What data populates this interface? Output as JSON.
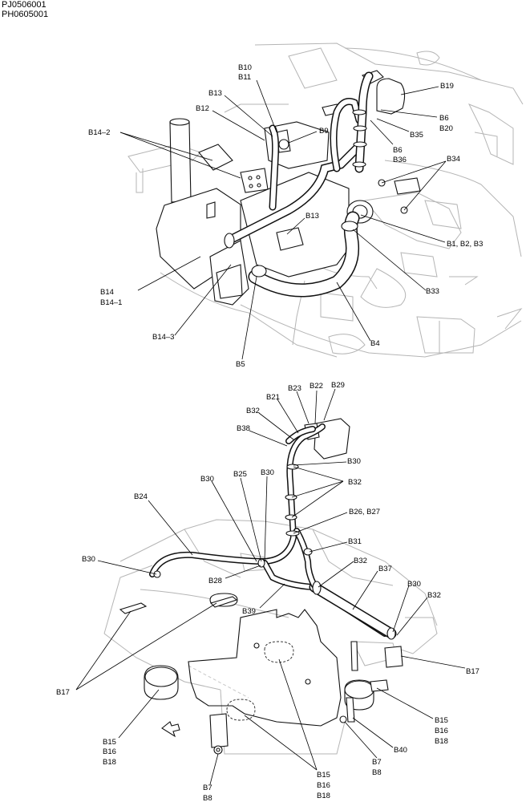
{
  "header": {
    "code_1": "PJ0506001",
    "code_2": "PH0605001"
  },
  "callouts_top": [
    {
      "id": "t-b10",
      "text": "B10"
    },
    {
      "id": "t-b11",
      "text": "B11"
    },
    {
      "id": "t-b19",
      "text": "B19"
    },
    {
      "id": "t-b13a",
      "text": "B13"
    },
    {
      "id": "t-b12",
      "text": "B12"
    },
    {
      "id": "t-b9",
      "text": "B9"
    },
    {
      "id": "t-b6a",
      "text": "B6"
    },
    {
      "id": "t-b20",
      "text": "B20"
    },
    {
      "id": "t-b14-2",
      "text": "B14–2"
    },
    {
      "id": "t-b35",
      "text": "B35"
    },
    {
      "id": "t-b6b",
      "text": "B6"
    },
    {
      "id": "t-b36",
      "text": "B36"
    },
    {
      "id": "t-b34",
      "text": "B34"
    },
    {
      "id": "t-b13b",
      "text": "B13"
    },
    {
      "id": "t-b1b2b3",
      "text": "B1, B2, B3"
    },
    {
      "id": "t-b14",
      "text": "B14"
    },
    {
      "id": "t-b14-1",
      "text": "B14–1"
    },
    {
      "id": "t-b33",
      "text": "B33"
    },
    {
      "id": "t-b14-3",
      "text": "B14–3"
    },
    {
      "id": "t-b4",
      "text": "B4"
    },
    {
      "id": "t-b5",
      "text": "B5"
    }
  ],
  "callouts_bottom": [
    {
      "id": "b-b23",
      "text": "B23"
    },
    {
      "id": "b-b22",
      "text": "B22"
    },
    {
      "id": "b-b29",
      "text": "B29"
    },
    {
      "id": "b-b21",
      "text": "B21"
    },
    {
      "id": "b-b32a",
      "text": "B32"
    },
    {
      "id": "b-b38",
      "text": "B38"
    },
    {
      "id": "b-b30a",
      "text": "B30"
    },
    {
      "id": "b-b30b",
      "text": "B30"
    },
    {
      "id": "b-b25",
      "text": "B25"
    },
    {
      "id": "b-b30c",
      "text": "B30"
    },
    {
      "id": "b-b32b",
      "text": "B32"
    },
    {
      "id": "b-b24",
      "text": "B24"
    },
    {
      "id": "b-b26b27",
      "text": "B26, B27"
    },
    {
      "id": "b-b31",
      "text": "B31"
    },
    {
      "id": "b-b30d",
      "text": "B30"
    },
    {
      "id": "b-b32c",
      "text": "B32"
    },
    {
      "id": "b-b28",
      "text": "B28"
    },
    {
      "id": "b-b37",
      "text": "B37"
    },
    {
      "id": "b-b30e",
      "text": "B30"
    },
    {
      "id": "b-b32d",
      "text": "B32"
    },
    {
      "id": "b-b39",
      "text": "B39"
    },
    {
      "id": "b-b17a",
      "text": "B17"
    },
    {
      "id": "b-b17b",
      "text": "B17"
    },
    {
      "id": "b-b15a",
      "text": "B15"
    },
    {
      "id": "b-b16a",
      "text": "B16"
    },
    {
      "id": "b-b18a",
      "text": "B18"
    },
    {
      "id": "b-b40",
      "text": "B40"
    },
    {
      "id": "b-b15b",
      "text": "B15"
    },
    {
      "id": "b-b16b",
      "text": "B16"
    },
    {
      "id": "b-b18b",
      "text": "B18"
    },
    {
      "id": "b-b7a",
      "text": "B7"
    },
    {
      "id": "b-b8a",
      "text": "B8"
    },
    {
      "id": "b-b15c",
      "text": "B15"
    },
    {
      "id": "b-b16c",
      "text": "B16"
    },
    {
      "id": "b-b18c",
      "text": "B18"
    },
    {
      "id": "b-b7b",
      "text": "B7"
    },
    {
      "id": "b-b8b",
      "text": "B8"
    }
  ]
}
